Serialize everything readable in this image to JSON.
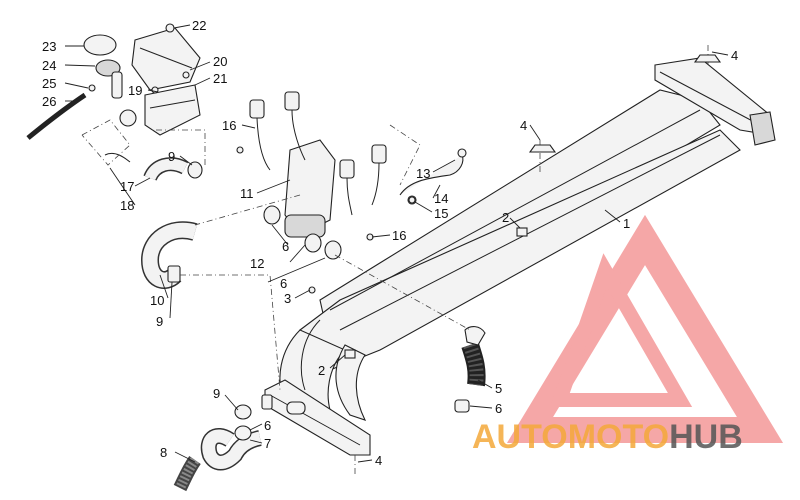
{
  "callouts": [
    {
      "id": "c1",
      "label": "1"
    },
    {
      "id": "c2a",
      "label": "2"
    },
    {
      "id": "c2b",
      "label": "2"
    },
    {
      "id": "c3",
      "label": "3"
    },
    {
      "id": "c4a",
      "label": "4"
    },
    {
      "id": "c4b",
      "label": "4"
    },
    {
      "id": "c4c",
      "label": "4"
    },
    {
      "id": "c5",
      "label": "5"
    },
    {
      "id": "c6a",
      "label": "6"
    },
    {
      "id": "c6b",
      "label": "6"
    },
    {
      "id": "c6c",
      "label": "6"
    },
    {
      "id": "c6d",
      "label": "6"
    },
    {
      "id": "c7",
      "label": "7"
    },
    {
      "id": "c8",
      "label": "8"
    },
    {
      "id": "c9a",
      "label": "9"
    },
    {
      "id": "c9b",
      "label": "9"
    },
    {
      "id": "c9c",
      "label": "9"
    },
    {
      "id": "c10",
      "label": "10"
    },
    {
      "id": "c11",
      "label": "11"
    },
    {
      "id": "c12",
      "label": "12"
    },
    {
      "id": "c13",
      "label": "13"
    },
    {
      "id": "c14",
      "label": "14"
    },
    {
      "id": "c15",
      "label": "15"
    },
    {
      "id": "c16a",
      "label": "16"
    },
    {
      "id": "c16b",
      "label": "16"
    },
    {
      "id": "c17",
      "label": "17"
    },
    {
      "id": "c18",
      "label": "18"
    },
    {
      "id": "c19",
      "label": "19"
    },
    {
      "id": "c20",
      "label": "20"
    },
    {
      "id": "c21",
      "label": "21"
    },
    {
      "id": "c22",
      "label": "22"
    },
    {
      "id": "c23",
      "label": "23"
    },
    {
      "id": "c24",
      "label": "24"
    },
    {
      "id": "c25",
      "label": "25"
    },
    {
      "id": "c26",
      "label": "26"
    }
  ],
  "watermark": {
    "part1": "AUTO",
    "part2": "MOTO",
    "part3": "HUB",
    "color_primary": "#f4a93a",
    "color_accent": "#f07070",
    "color_dark": "#444444"
  }
}
